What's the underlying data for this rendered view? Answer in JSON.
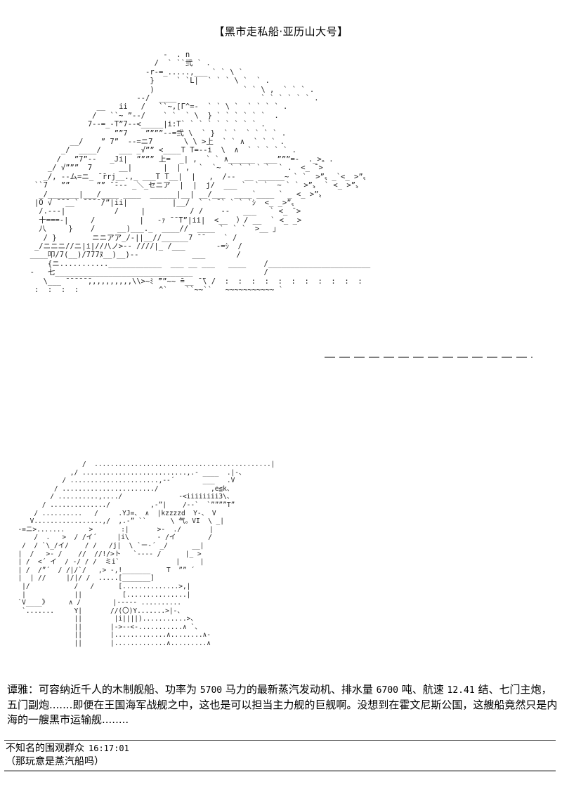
{
  "page": {
    "title": "【黑市走私船·亚历山大号】"
  },
  "ascii_art": {
    "ship": {
      "label": "steamship-sailing-ship ascii art",
      "lines": [
        "                                -  . n",
        "                              /  ` ``弐 ` .",
        "                            -r-=_.....,___ ` ` \\ `",
        "                             }     ` `L|  ` ` ` \\ `  ` .",
        "                             )                    ` ` \\ ,  ` ` ` .",
        "                          --/  ____                   ` ` ` ` ` ` .",
        "                 __   ii   /   ``~,[Γ^=-  ` ` \\ `  ` ` ` ` .",
        "                /   ``~ ”--/    ` `  ` \\  } ` ` ` ` ` `  .",
        "               7--=_-T”7--<_____|i:T` ` ` ` ` ` ` ` ` .",
        "                     ””7    ””””--=弐 \\  ` }  ` `  ` ` ` ` .",
        "           __/    ” 7”  --=ニ7       \\ \\ >上  ` ` ∧  ` ` ` .",
        "         _/  ____/    ___ _√”” <____T T=--i  \\  ∧  ` ` ` ` ` .",
        "        /   ”7”--   _Ji|  ”””” 上=  _| ,  ` ` ∧______  ___”””=-  ._>。.",
        "      _/ √”””  7      __|       |  | ,  `  `~  ` ` ` ` `  ` .  <_ ̄ >",
        "     _/, --ム=ニ_ ̄ ̄rrj__.,_ ___T T__|  |   ,  /--  __ ______~ ` `  >”〟_`<_ >”〟",
        "   ``7   ””      ”” ̄ ̄--- _＼_セニア  |  |  j/  ___ `  ` `  ~ ` ` >”〟 ` <_ >”〟",
        "    _/_______|___/____ ____  ______|__| __/___  ____`____ ` _ <_ >”〟",
        "   |O √ ̄ ̄ ̄__` ̄ ̄ ̄ ̄ ̄/”|ii|          |__/  ` ` ̄ ` ` ` `ｼ  <_ _>”〟",
        "    /.---|           /     |          / /    --   ___   ` <_ ̄ >",
        "    十===-|     /          |   -ｧ ̄ ̄ ̄T”|ii|  <__  ）/ __  ` <_ _>",
        "    八     }    /     __)___._  ____//  ____ `  ` `  >__ 」",
        "     / }        ニニアア_/-||__//______7 ̄ ̄     ` /",
        "   _/ニニニ//ニ|i|//八ノ>-- ////|_ /___       -=ｼ  /",
        "  ____叩/7(__)/777ﾇ__)__)--            ___       /",
        "      {ニ...........____________  ___ __ ___   ____    /_______________________",
        "  -   七_______________________________                /",
        "     \\___ ̄ ̄ ̄ ̄ ̄ ̄,,,,,,,,,,\\\\>~ﾐ ̄””~~ ̄=__ ̄ ̄\\ /  :  :  :  :  :  :  :  :  :  :  :",
        "   :  :  :  :                  ^`    ``~~``   ~~~~~~~~~~~ `"
      ]
    },
    "character": {
      "label": "girl-character ascii art",
      "lines": [
        "                  /  ............................................|",
        "               ,/ ..........................,.- ____  .|-、",
        "             / ......................,--´       ___   .V",
        "           / ......................./             ,e≦k、",
        "          / ..........,..../              -<iiiiiiii3\\、",
        "        / ............../          ,-”|    /--`  `””””T”",
        "      / ..........   /     .YJ=、 ∧  |kzzzzd  Y-、 V",
        "     V.................,/  ,.-” ``      \\ 气。VI  \\ _|",
        "  -=ニ>.......      >       :|       >-  ./       |",
        "      /  .   >  / /イ´     |i\\       - /イ        /",
        "   /  / `\\_/イ/    / /   /j|  \\ `ー-´ _/      __|",
        "  |  /   >- /    //  //!/>ト   `---- /      |_ >",
        "  | /  <´ イ  / -/ / /  ミi`              |     |",
        "  | /  /”´  / /|/`/   ,> -,!_______    T  ”” ´",
        "  |  | //     |/|/ /  .....[_______]",
        "   |/           /   /      [..............>,|",
        "   |            ||          [...............|",
        "  `V____》     ∧ /        |----- ..........",
        "   `.......     Y|       //(〇)Y.......>|-、",
        "                ||        |i||||)...........>、",
        "                ||       |->--<-...........∧ `、",
        "                ||       |.............∧........∧-",
        "                ||       |.............∧.........∧"
      ]
    }
  },
  "narration": {
    "speaker": "谭雅",
    "separator": "：",
    "segments": [
      "可容纳近千人的木制舰船、功率为 ",
      "5700",
      " 马力的最新蒸汽发动机、排水量 ",
      "6700",
      " 吨、航速 ",
      "12.41",
      " 结、七门主炮，五门副炮.......即便在王国海军战舰之中，这也是可以担当主力舰的巨舰啊。没想到在霍文尼斯公国，这艘船竟然只是内海的一艘黑市运输舰........"
    ]
  },
  "comment": {
    "author": "不知名的围观群众",
    "time": "16:17:01",
    "text": "（那玩意是蒸汽船吗）"
  },
  "colors": {
    "text": "#000000",
    "art": "#222222",
    "rule_top": "#444444",
    "rule_bottom": "#999999",
    "background": "#ffffff"
  }
}
